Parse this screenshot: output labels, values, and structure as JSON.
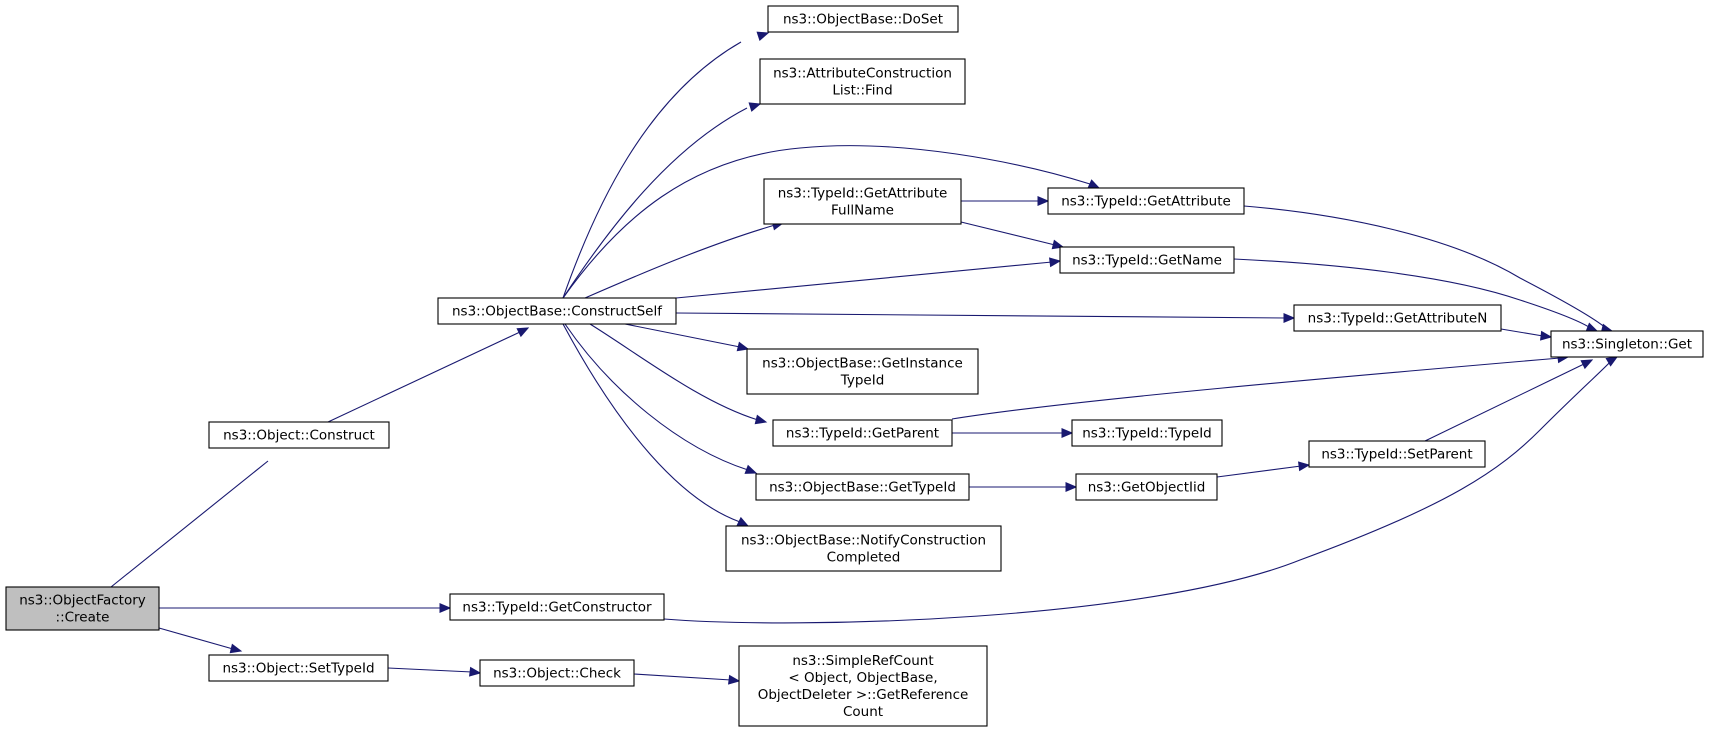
{
  "graph": {
    "nodes": [
      {
        "id": "create",
        "lines": [
          "ns3::ObjectFactory",
          "::Create"
        ],
        "highlighted": true
      },
      {
        "id": "construct",
        "lines": [
          "ns3::Object::Construct"
        ]
      },
      {
        "id": "settypeid",
        "lines": [
          "ns3::Object::SetTypeId"
        ]
      },
      {
        "id": "getconstructor",
        "lines": [
          "ns3::TypeId::GetConstructor"
        ]
      },
      {
        "id": "constructself",
        "lines": [
          "ns3::ObjectBase::ConstructSelf"
        ]
      },
      {
        "id": "check",
        "lines": [
          "ns3::Object::Check"
        ]
      },
      {
        "id": "doset",
        "lines": [
          "ns3::ObjectBase::DoSet"
        ]
      },
      {
        "id": "find",
        "lines": [
          "ns3::AttributeConstruction",
          "List::Find"
        ]
      },
      {
        "id": "getattrfullname",
        "lines": [
          "ns3::TypeId::GetAttribute",
          "FullName"
        ]
      },
      {
        "id": "getinstancetypeid",
        "lines": [
          "ns3::ObjectBase::GetInstance",
          "TypeId"
        ]
      },
      {
        "id": "getparent",
        "lines": [
          "ns3::TypeId::GetParent"
        ]
      },
      {
        "id": "gettypeid",
        "lines": [
          "ns3::ObjectBase::GetTypeId"
        ]
      },
      {
        "id": "notify",
        "lines": [
          "ns3::ObjectBase::NotifyConstruction",
          "Completed"
        ]
      },
      {
        "id": "getrefcount",
        "lines": [
          "ns3::SimpleRefCount",
          "< Object, ObjectBase,",
          "ObjectDeleter >::GetReference",
          "Count"
        ]
      },
      {
        "id": "getattribute",
        "lines": [
          "ns3::TypeId::GetAttribute"
        ]
      },
      {
        "id": "getname",
        "lines": [
          "ns3::TypeId::GetName"
        ]
      },
      {
        "id": "typeidctor",
        "lines": [
          "ns3::TypeId::TypeId"
        ]
      },
      {
        "id": "getobjectiid",
        "lines": [
          "ns3::GetObjectIid"
        ]
      },
      {
        "id": "getattributen",
        "lines": [
          "ns3::TypeId::GetAttributeN"
        ]
      },
      {
        "id": "setparent",
        "lines": [
          "ns3::TypeId::SetParent"
        ]
      },
      {
        "id": "singletonget",
        "lines": [
          "ns3::Singleton::Get"
        ]
      }
    ],
    "edges": [
      [
        "create",
        "construct"
      ],
      [
        "create",
        "getconstructor"
      ],
      [
        "create",
        "settypeid"
      ],
      [
        "construct",
        "constructself"
      ],
      [
        "constructself",
        "doset"
      ],
      [
        "constructself",
        "find"
      ],
      [
        "constructself",
        "getattribute"
      ],
      [
        "constructself",
        "getattrfullname"
      ],
      [
        "constructself",
        "getname"
      ],
      [
        "constructself",
        "getattributen"
      ],
      [
        "constructself",
        "getinstancetypeid"
      ],
      [
        "constructself",
        "getparent"
      ],
      [
        "constructself",
        "gettypeid"
      ],
      [
        "constructself",
        "notify"
      ],
      [
        "getattrfullname",
        "getattribute"
      ],
      [
        "getattrfullname",
        "getname"
      ],
      [
        "getattribute",
        "singletonget"
      ],
      [
        "getname",
        "singletonget"
      ],
      [
        "getattributen",
        "singletonget"
      ],
      [
        "getparent",
        "singletonget"
      ],
      [
        "getparent",
        "typeidctor"
      ],
      [
        "gettypeid",
        "getobjectiid"
      ],
      [
        "getobjectiid",
        "setparent"
      ],
      [
        "setparent",
        "singletonget"
      ],
      [
        "getconstructor",
        "singletonget"
      ],
      [
        "settypeid",
        "check"
      ],
      [
        "check",
        "getrefcount"
      ]
    ]
  }
}
